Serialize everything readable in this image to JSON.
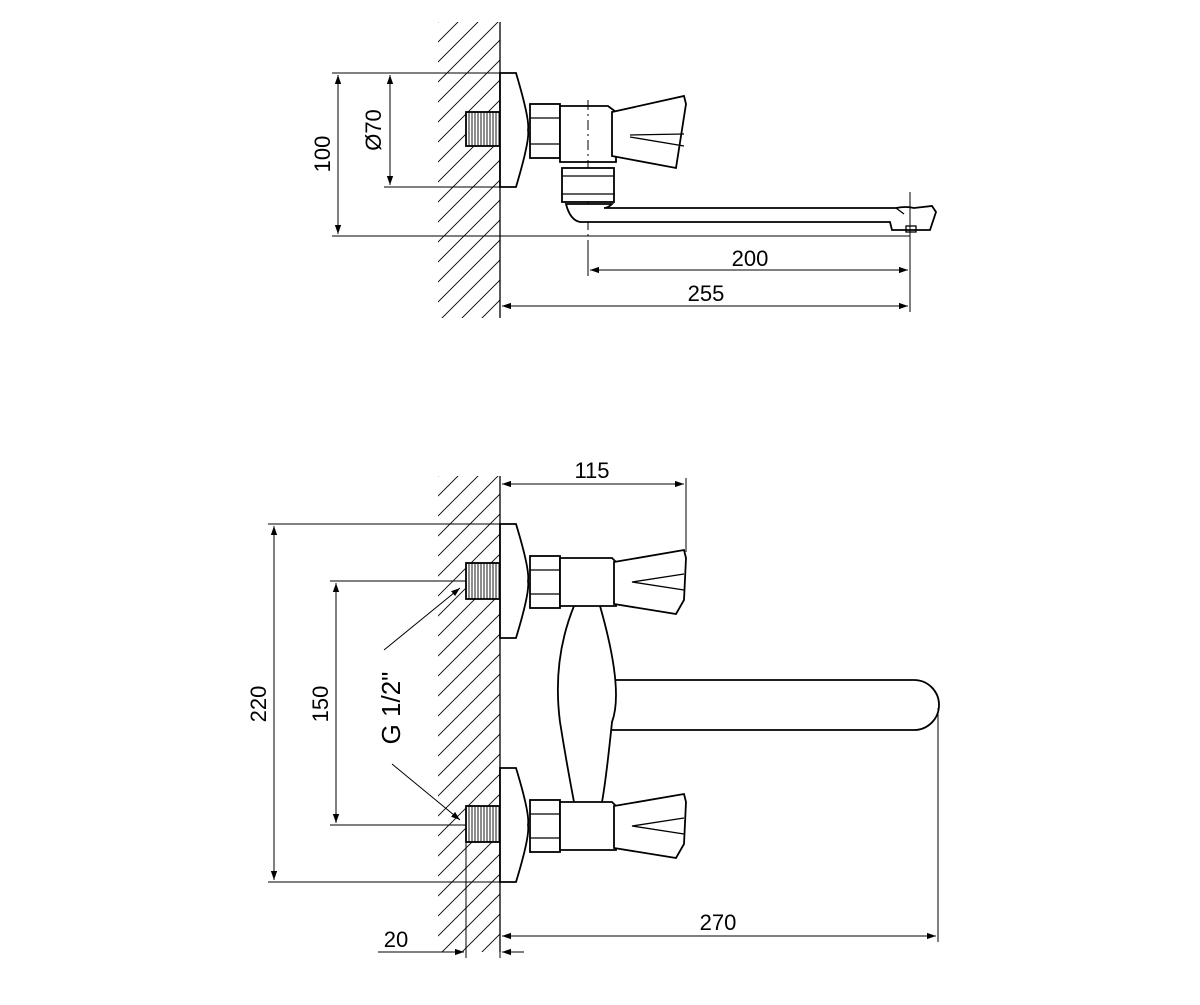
{
  "top_view": {
    "dim_height": "100",
    "dim_diameter": "Ø70",
    "dim_spout": "200",
    "dim_total_reach": "255"
  },
  "front_view": {
    "dim_handle_reach": "115",
    "dim_height": "220",
    "dim_centers": "150",
    "dim_thread": "G 1/2\"",
    "dim_thread_length": "20",
    "dim_spout_reach": "270"
  }
}
